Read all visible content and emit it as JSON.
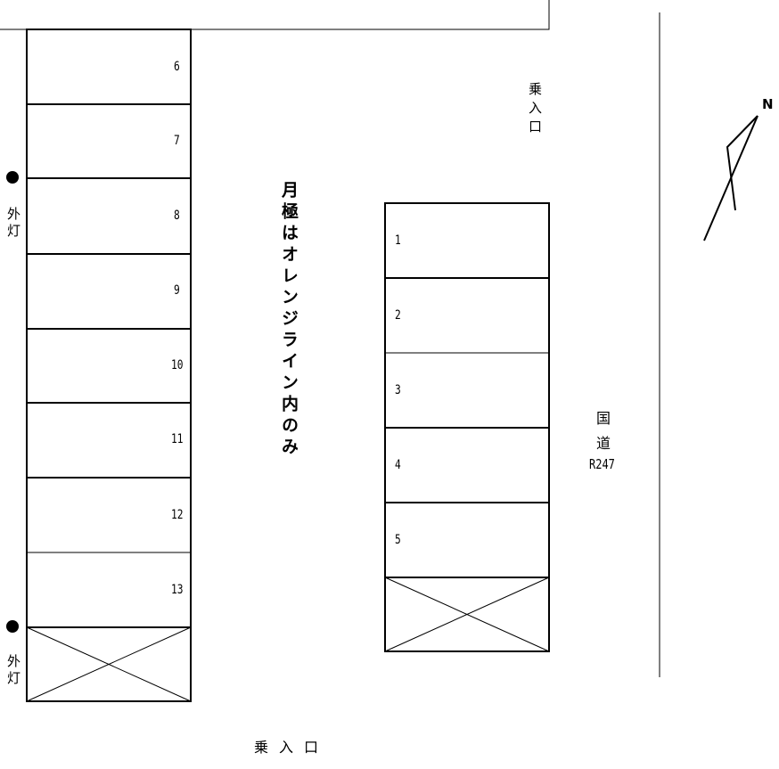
{
  "left_row": {
    "stalls": [
      "6",
      "7",
      "8",
      "9",
      "10",
      "11",
      "12",
      "13"
    ]
  },
  "right_row": {
    "stalls": [
      "1",
      "2",
      "3",
      "4",
      "5"
    ]
  },
  "notice": "月極はオレンジライン内のみ",
  "street_lights": {
    "top_label": "外灯",
    "bottom_label": "外灯"
  },
  "entrances": {
    "top_right": "乗入口",
    "bottom": "乗入口"
  },
  "road": {
    "line1": "国",
    "line2": "道",
    "line3": "R247"
  },
  "compass": {
    "label": "N"
  }
}
